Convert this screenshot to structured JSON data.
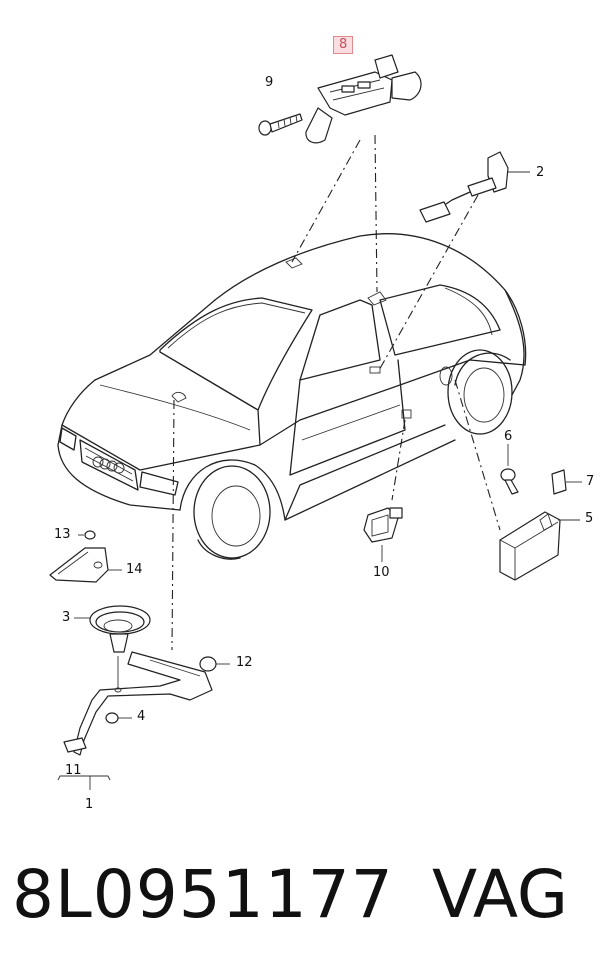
{
  "callouts": [
    {
      "id": "c8",
      "label": "8"
    },
    {
      "id": "c9",
      "label": "9"
    },
    {
      "id": "c2",
      "label": "2"
    },
    {
      "id": "c6",
      "label": "6"
    },
    {
      "id": "c7",
      "label": "7"
    },
    {
      "id": "c5",
      "label": "5"
    },
    {
      "id": "c10",
      "label": "10"
    },
    {
      "id": "c13",
      "label": "13"
    },
    {
      "id": "c14",
      "label": "14"
    },
    {
      "id": "c3",
      "label": "3"
    },
    {
      "id": "c12",
      "label": "12"
    },
    {
      "id": "c4",
      "label": "4"
    },
    {
      "id": "c11",
      "label": "11"
    },
    {
      "id": "c1",
      "label": "1"
    }
  ],
  "highlight_color": "#e0898f",
  "footer": {
    "part_number": "8L0951177",
    "brand": "VAG"
  }
}
